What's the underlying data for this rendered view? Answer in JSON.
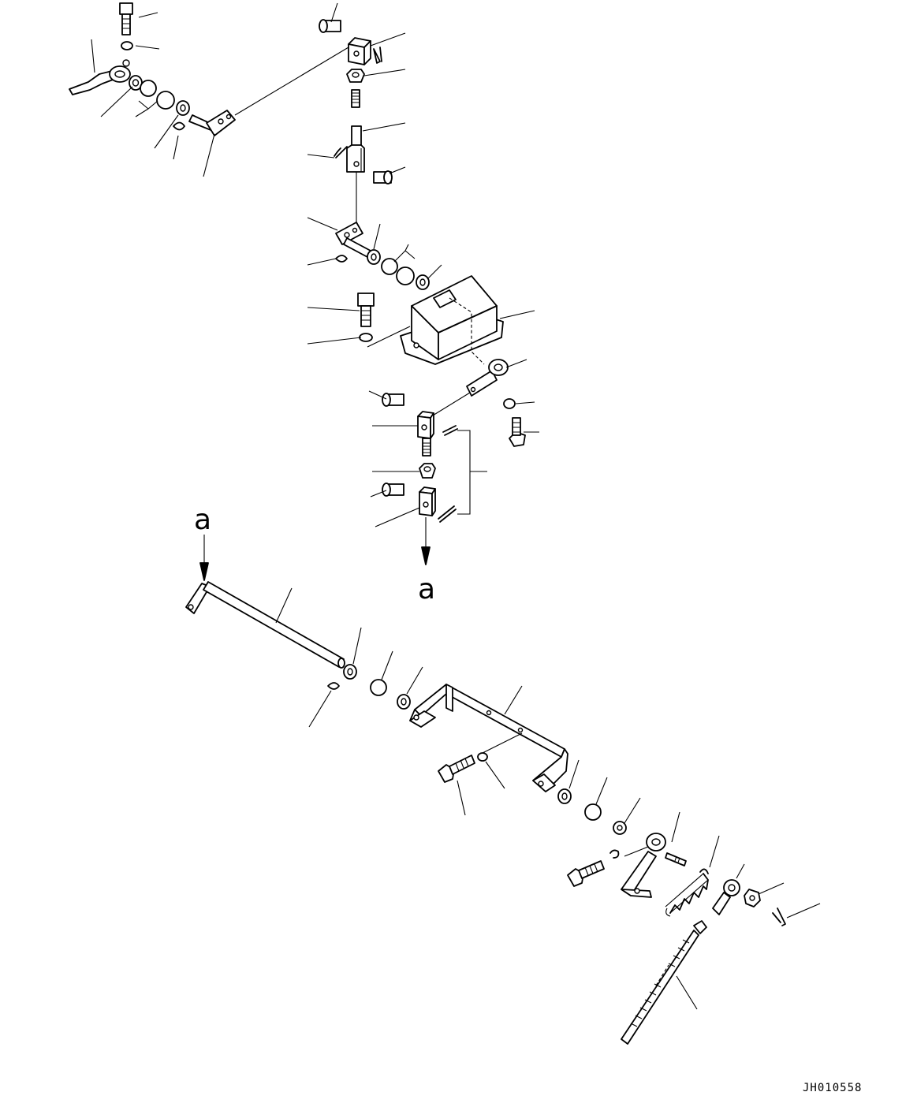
{
  "view_mark": {
    "top": "a",
    "bottom": "a"
  },
  "drawing_code": "JH010558",
  "colors": {
    "line": "#000000",
    "background": "#ffffff"
  }
}
